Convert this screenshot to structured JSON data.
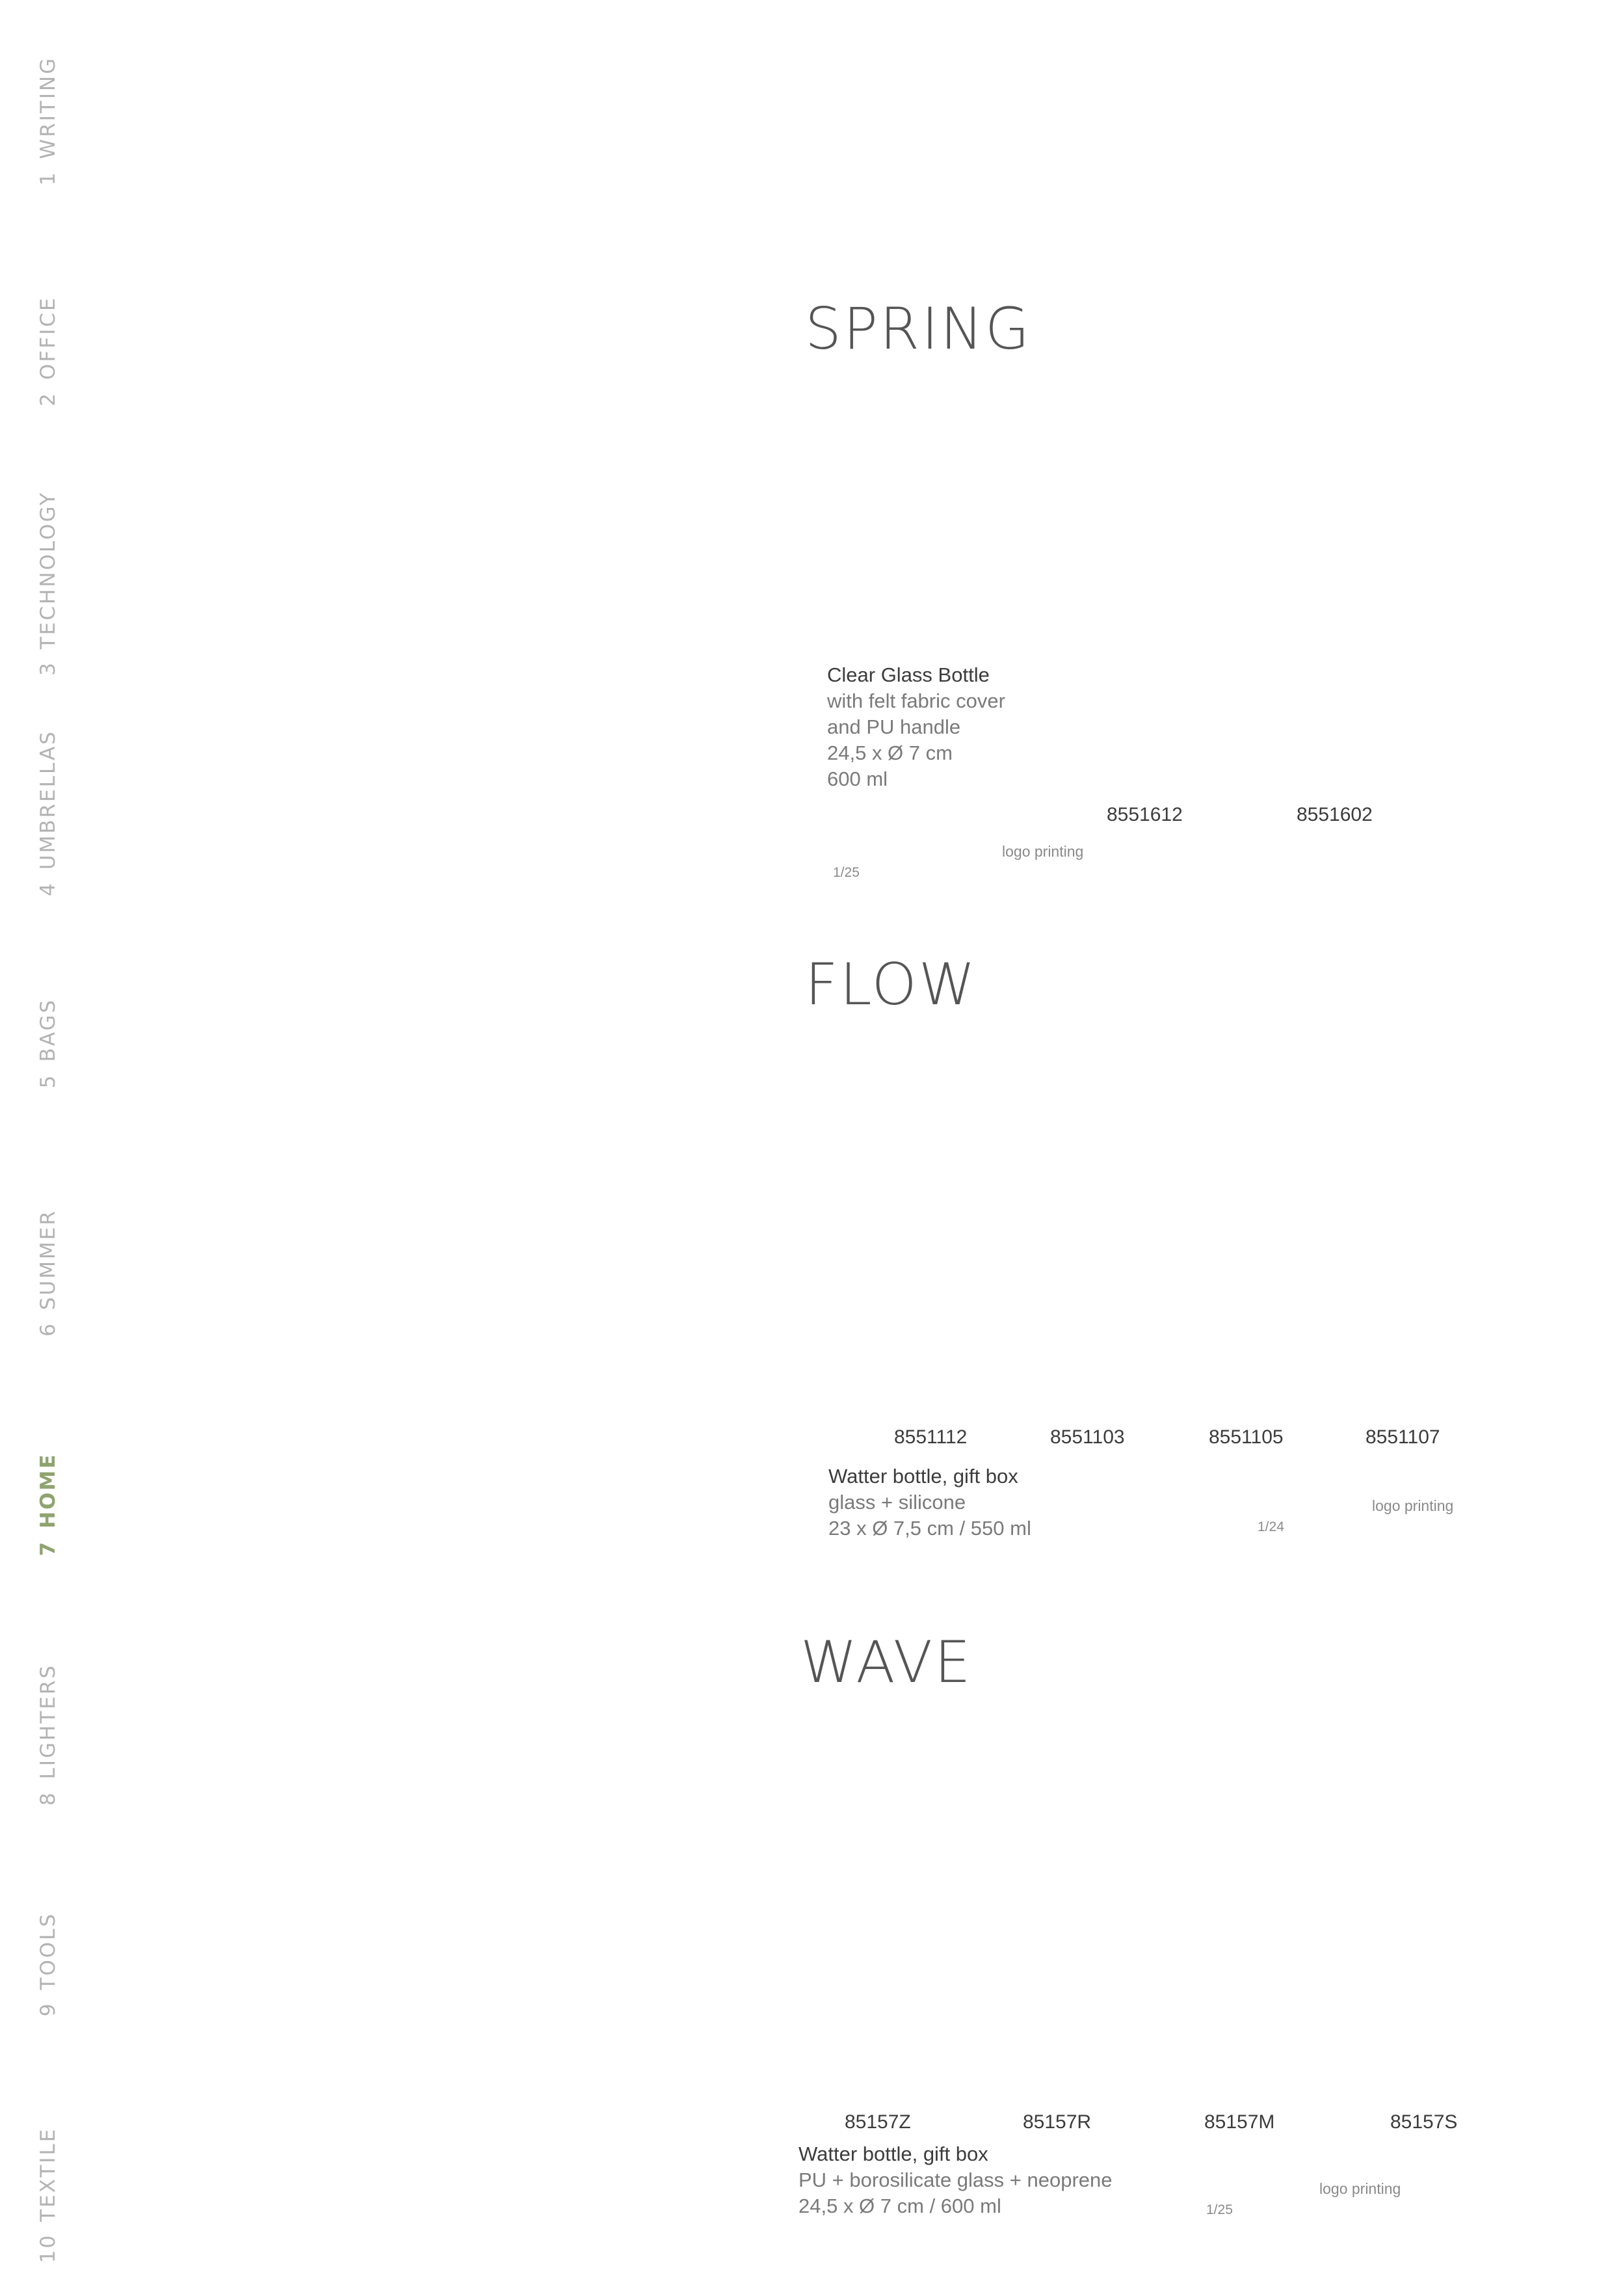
{
  "sidebar": {
    "items": [
      {
        "num": "1",
        "label": "WRITING",
        "active": false
      },
      {
        "num": "2",
        "label": "OFFICE",
        "active": false
      },
      {
        "num": "3",
        "label": "TECHNOLOGY",
        "active": false
      },
      {
        "num": "4",
        "label": "UMBRELLAS",
        "active": false
      },
      {
        "num": "5",
        "label": "BAGS",
        "active": false
      },
      {
        "num": "6",
        "label": "SUMMER",
        "active": false
      },
      {
        "num": "7",
        "label": "HOME",
        "active": true
      },
      {
        "num": "8",
        "label": "LIGHTERS",
        "active": false
      },
      {
        "num": "9",
        "label": "TOOLS",
        "active": false
      },
      {
        "num": "10",
        "label": "TEXTILE",
        "active": false
      }
    ],
    "active_color": "#8fa36f",
    "inactive_color": "#b3b3b3"
  },
  "sections": [
    {
      "title": "SPRING",
      "product": {
        "name": "Clear Glass Bottle",
        "lines": [
          "with felt fabric cover",
          "and PU handle",
          "24,5 x Ø 7 cm",
          "600 ml"
        ]
      },
      "codes": [
        "8551612",
        "8551602"
      ],
      "printing": "logo printing",
      "packing": "1/25"
    },
    {
      "title": "FLOW",
      "product": {
        "name": "Watter bottle, gift box",
        "lines": [
          "glass + silicone",
          "23 x Ø 7,5 cm / 550 ml"
        ]
      },
      "codes": [
        "8551112",
        "8551103",
        "8551105",
        "8551107"
      ],
      "printing": "logo printing",
      "packing": "1/24"
    },
    {
      "title": "WAVE",
      "product": {
        "name": "Watter bottle, gift box",
        "lines": [
          "PU + borosilicate glass + neoprene",
          "24,5 x Ø 7 cm / 600 ml"
        ]
      },
      "codes": [
        "85157Z",
        "85157R",
        "85157M",
        "85157S"
      ],
      "printing": "logo printing",
      "packing": "1/25"
    }
  ]
}
